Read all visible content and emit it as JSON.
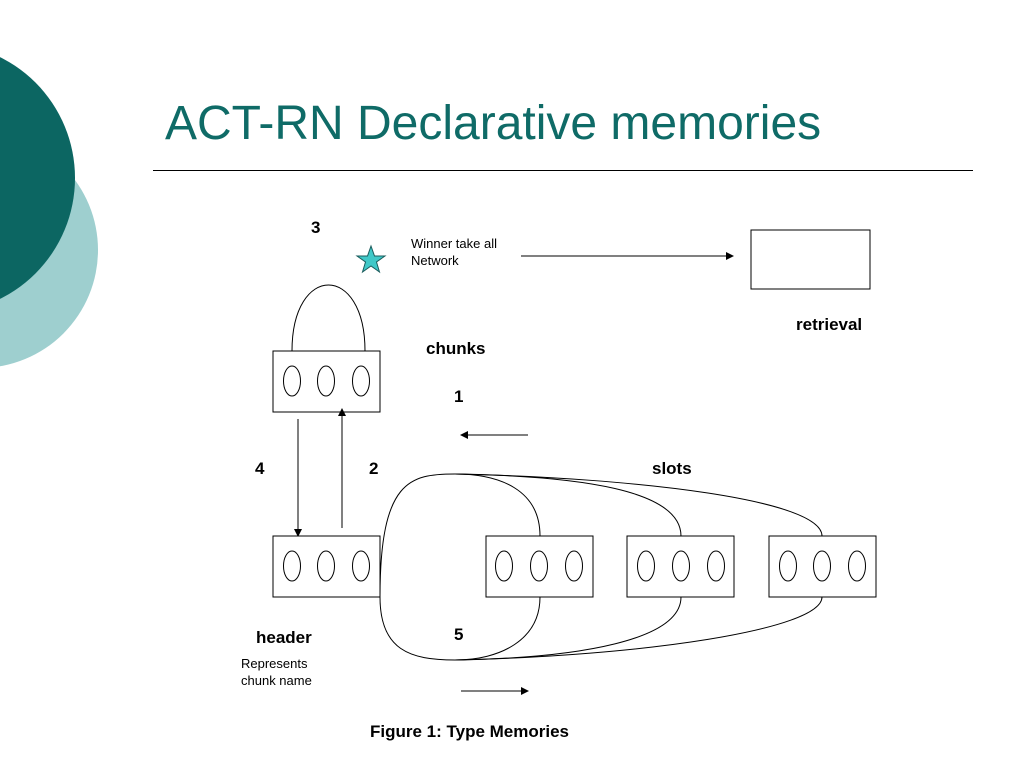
{
  "slide": {
    "title": "ACT-RN Declarative memories",
    "caption": "Figure 1: Type Memories"
  },
  "diagram": {
    "labels": {
      "n1": "1",
      "n2": "2",
      "n3": "3",
      "n4": "4",
      "n5": "5",
      "chunks": "chunks",
      "slots": "slots",
      "header": "header",
      "retrieval": "retrieval",
      "winner_line1": "Winner take all",
      "winner_line2": "Network",
      "represents_line1": "Represents",
      "represents_line2": "chunk name"
    }
  },
  "colors": {
    "title": "#0f6b67",
    "dark_teal": "#0c6662",
    "light_teal": "#9ecfcf",
    "star": "#40c8c8"
  },
  "icons": {
    "winner_marker": "star-icon"
  }
}
